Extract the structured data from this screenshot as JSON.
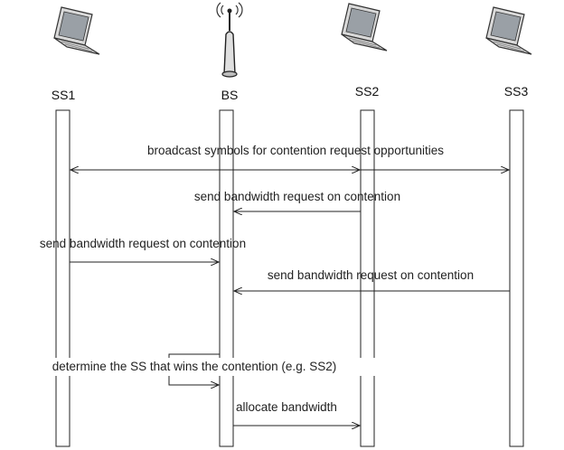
{
  "nodes": [
    {
      "label": "SS1",
      "icon": "laptop-icon"
    },
    {
      "label": "BS",
      "icon": "antenna-icon"
    },
    {
      "label": "SS2",
      "icon": "laptop-icon"
    },
    {
      "label": "SS3",
      "icon": "laptop-icon"
    }
  ],
  "messages": {
    "broadcast": "broadcast symbols for contention request opportunities",
    "ss2_request": "send bandwidth request on contention",
    "ss1_request": "send bandwidth request on contention",
    "ss3_request": "send bandwidth request on contention",
    "determine": "determine the SS that wins the contention (e.g. SS2)",
    "allocate": "allocate bandwidth"
  }
}
